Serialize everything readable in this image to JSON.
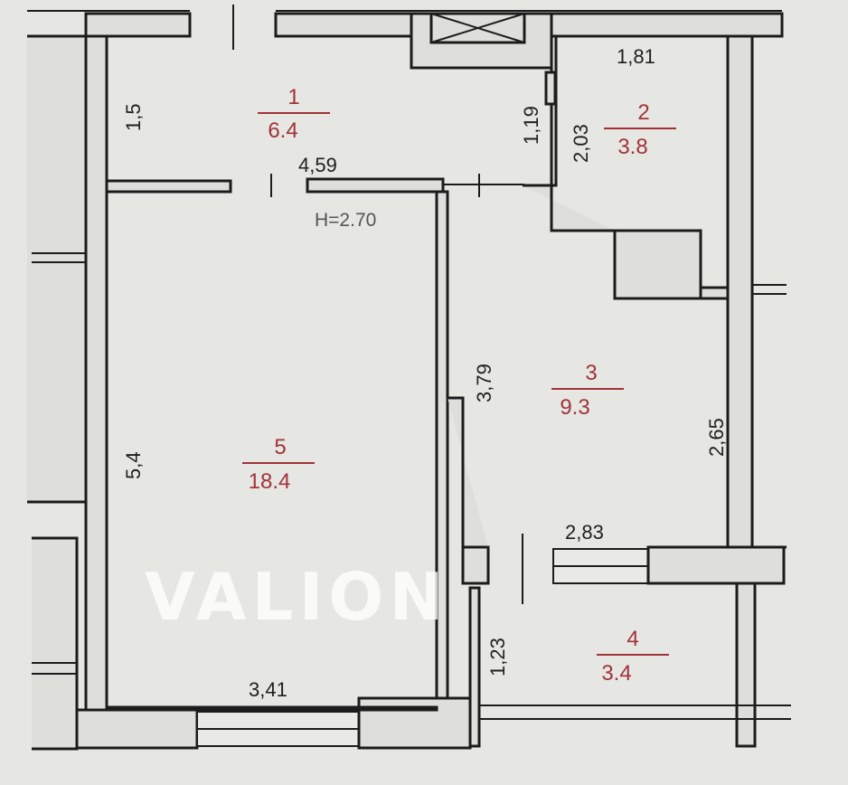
{
  "watermark": "VALION",
  "ceiling_height": "H=2.70",
  "rooms": [
    {
      "number": "1",
      "area": "6.4"
    },
    {
      "number": "2",
      "area": "3.8"
    },
    {
      "number": "3",
      "area": "9.3"
    },
    {
      "number": "4",
      "area": "3.4"
    },
    {
      "number": "5",
      "area": "18.4"
    }
  ],
  "dimensions": {
    "room1_depth": "1,5",
    "room1_length": "4,59",
    "room2_width": "1,81",
    "room2_depth": "2,03",
    "passage": "1,19",
    "room3_depth": "3,79",
    "room3_side": "2,65",
    "room3_width": "2,83",
    "room4_depth": "1,23",
    "room5_depth": "5,4",
    "room5_width": "3,41"
  }
}
